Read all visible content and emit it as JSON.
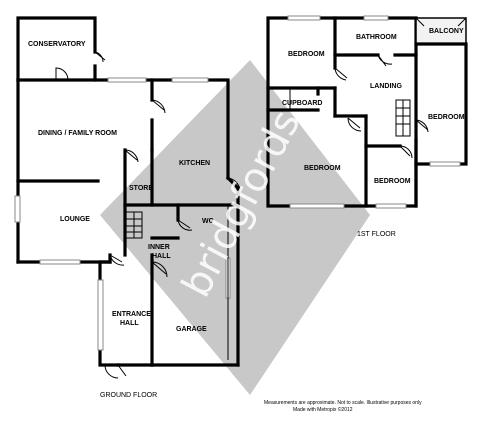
{
  "ground_floor": {
    "label": "GROUND FLOOR",
    "rooms": {
      "conservatory": "CONSERVATORY",
      "dining": "DINING / FAMILY ROOM",
      "kitchen": "KITCHEN",
      "store": "STORE",
      "lounge": "LOUNGE",
      "wc": "WC",
      "inner_hall_1": "INNER",
      "inner_hall_2": "HALL",
      "entrance_hall_1": "ENTRANCE",
      "entrance_hall_2": "HALL",
      "garage": "GARAGE"
    }
  },
  "first_floor": {
    "label": "1ST FLOOR",
    "rooms": {
      "bedroom_1": "BEDROOM",
      "bathroom": "BATHROOM",
      "balcony": "BALCONY",
      "landing": "LANDING",
      "cupboard": "CUPBOARD",
      "bedroom_2": "BEDROOM",
      "bedroom_3": "BEDROOM",
      "bedroom_4": "BEDROOM"
    }
  },
  "watermark": "bridgfords",
  "footer": {
    "line1": "Measurements are approximate.  Not to scale.  Illustrative purposes only",
    "line2": "Made with Metropix ©2012"
  },
  "colors": {
    "walls": "#000000",
    "watermark_diamond": "#c8c8c8",
    "balcony_fill": "#f2f2f2",
    "background": "#ffffff"
  }
}
